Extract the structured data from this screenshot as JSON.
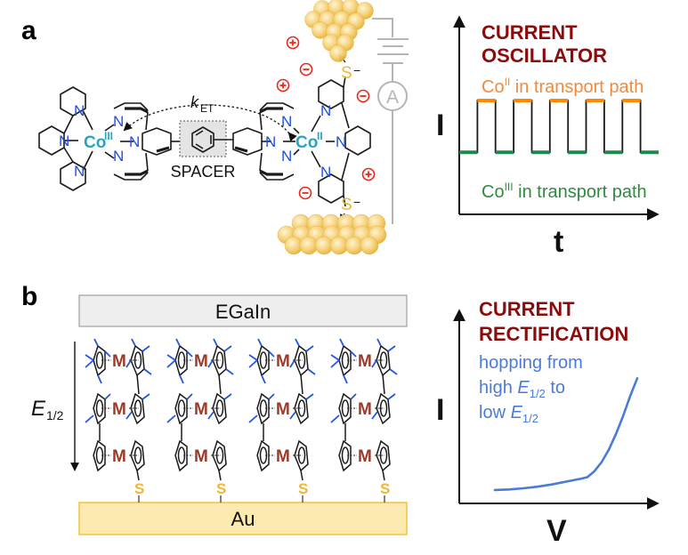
{
  "figure": {
    "panel_a": {
      "label": "a",
      "molecule": {
        "metal_left": "Co",
        "metal_left_oxidation": "III",
        "metal_right": "Co",
        "metal_right_oxidation": "II",
        "nitrogen_label": "N",
        "spacer_label": "SPACER",
        "rate_label_k": "k",
        "rate_label_sub": "ET",
        "thiol_label": "S",
        "thiol_charge": "−"
      },
      "ions": {
        "plus": "+",
        "minus": "−"
      },
      "circuit": {
        "ammeter_label": "A"
      },
      "colors": {
        "nitrogen": "#1f4fe0",
        "cobalt": "#2aa5bf",
        "sulfur": "#f2b630",
        "gold": "#f3c75a",
        "ion": "#e8291c",
        "circuit": "#b5b5b5",
        "spacer_box": "#e4e4e4"
      }
    },
    "panel_b": {
      "label": "b",
      "top_electrode": "EGaIn",
      "bottom_electrode": "Au",
      "gradient_label_E": "E",
      "gradient_label_sub": "1/2",
      "metal_label": "M",
      "sulfur_label": "S",
      "columns": 4,
      "layers": 3,
      "colors": {
        "egain_fill": "#eeeeee",
        "egain_border": "#a0a0a0",
        "au_fill": "#fdeab0",
        "au_border": "#f2c33a",
        "methyl": "#2356e0",
        "metal": "#9c3a2a"
      }
    }
  },
  "chart_data": [
    {
      "type": "line",
      "title": "CURRENT OSCILLATOR",
      "xlabel": "t",
      "ylabel": "I",
      "grid": false,
      "annotations": [
        {
          "text": "Co",
          "sup": "II",
          "rest": " in transport path",
          "color": "#f08a3c",
          "position": "top"
        },
        {
          "text": "Co",
          "sup": "III",
          "rest": " in transport path",
          "color": "#2e8b3e",
          "position": "bottom"
        }
      ],
      "series": [
        {
          "name": "square-wave current",
          "description": "telegraph-like switching between two current levels",
          "levels": {
            "high": 1,
            "low": 0
          },
          "x": [
            0,
            1,
            1,
            2,
            2,
            3,
            3,
            4,
            4,
            5,
            5,
            6,
            6,
            7,
            7,
            8,
            8,
            9,
            9,
            10,
            10,
            11
          ],
          "y": [
            0,
            0,
            1,
            1,
            0,
            0,
            1,
            1,
            0,
            0,
            1,
            1,
            0,
            0,
            1,
            1,
            0,
            0,
            1,
            1,
            0,
            0
          ],
          "high_color": "#ff8a00",
          "low_color": "#1f8a4c"
        }
      ],
      "xlim": [
        0,
        11
      ],
      "ylim": [
        -1.2,
        2.6
      ]
    },
    {
      "type": "line",
      "title": "CURRENT RECTIFICATION",
      "xlabel": "V",
      "ylabel": "I",
      "grid": false,
      "annotation": {
        "line1": "hopping from",
        "line2_pre": "high ",
        "line2_E": "E",
        "line2_sub": "1/2",
        "line2_post": " to",
        "line3_pre": "low ",
        "line3_E": "E",
        "line3_sub": "1/2",
        "color": "#4a7bd6"
      },
      "series": [
        {
          "name": "I-V curve",
          "color": "#4a7bd6",
          "x": [
            0.0,
            0.1,
            0.2,
            0.3,
            0.4,
            0.5,
            0.6,
            0.65,
            0.7,
            0.75,
            0.8,
            0.85,
            0.9,
            0.95,
            1.0
          ],
          "y": [
            0.0,
            0.005,
            0.015,
            0.03,
            0.05,
            0.075,
            0.1,
            0.115,
            0.17,
            0.25,
            0.36,
            0.5,
            0.66,
            0.84,
            1.0
          ]
        }
      ],
      "xlim": [
        -0.25,
        1.15
      ],
      "ylim": [
        -0.12,
        1.6
      ]
    }
  ]
}
